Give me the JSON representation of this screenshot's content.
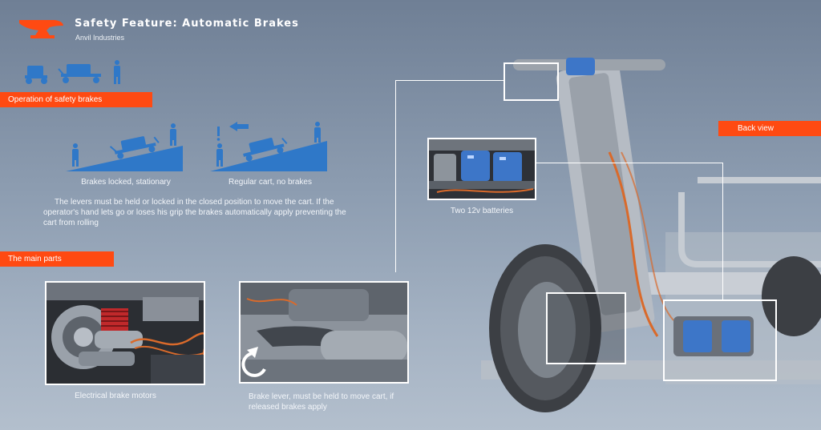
{
  "header": {
    "title": "Safety Feature: Automatic Brakes",
    "subtitle": "Anvil Industries",
    "logo_icon": "anvil-icon"
  },
  "colors": {
    "accent": "#ff4a12",
    "diagram_blue": "#2f78c8",
    "panel_border": "#ffffff"
  },
  "sections": {
    "operation_label": "Operation of safety brakes",
    "main_parts_label": "The main parts",
    "back_view_label": "Back view"
  },
  "ramps": [
    {
      "caption": "Brakes locked, stationary",
      "icon": "cart-on-slope-icon"
    },
    {
      "caption": "Regular cart, no brakes",
      "icon": "cart-rolling-back-icon"
    }
  ],
  "description": "The levers must be held or locked in the closed position to move the cart. If the operator's hand lets go or loses his grip the brakes automatically apply preventing the cart from rolling",
  "parts": {
    "batteries": "Two 12v batteries",
    "motors": "Electrical brake motors",
    "lever": "Brake lever, must be held to move cart, if released brakes apply"
  }
}
